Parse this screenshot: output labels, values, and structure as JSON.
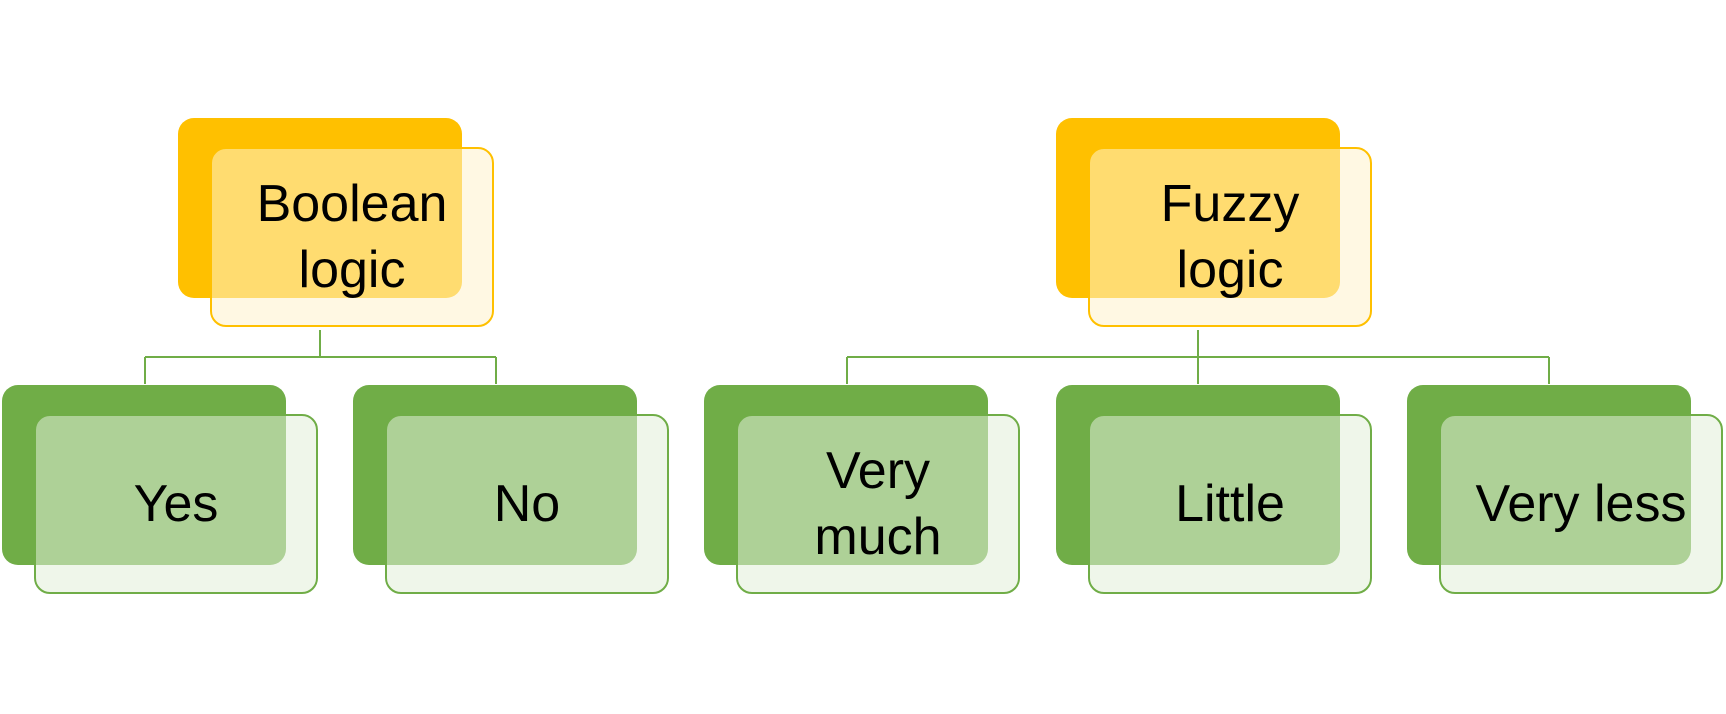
{
  "diagram": {
    "colors": {
      "root_fill": "#ffc000",
      "leaf_fill": "#70ad47",
      "connector": "#70ad47"
    },
    "trees": [
      {
        "root": "Boolean\nlogic",
        "children": [
          "Yes",
          "No"
        ]
      },
      {
        "root": "Fuzzy\nlogic",
        "children": [
          "Very\nmuch",
          "Little",
          "Very less"
        ]
      }
    ]
  }
}
